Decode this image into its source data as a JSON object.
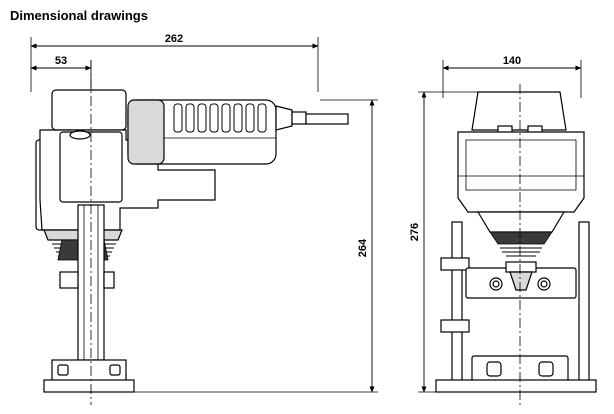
{
  "heading": "Dimensional drawings",
  "dimensions": {
    "side_total_width": "262",
    "side_axis_offset": "53",
    "side_height": "264",
    "front_width": "140",
    "front_height": "276"
  },
  "colors": {
    "line": "#000000",
    "body_fill": "#ffffff",
    "shade": "#d9d9d9",
    "dark": "#3a3a3a"
  }
}
